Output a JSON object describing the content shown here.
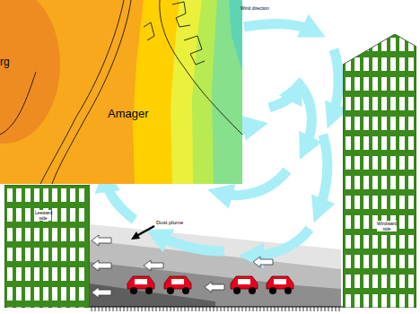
{
  "diagram": {
    "nodes": [
      {
        "text": [
          "Leeward side"
        ]
      },
      {
        "text": [
          "Windward side"
        ]
      }
    ],
    "labels": [
      "rg",
      "Amager",
      "Dust plume",
      "Wind direction"
    ]
  }
}
